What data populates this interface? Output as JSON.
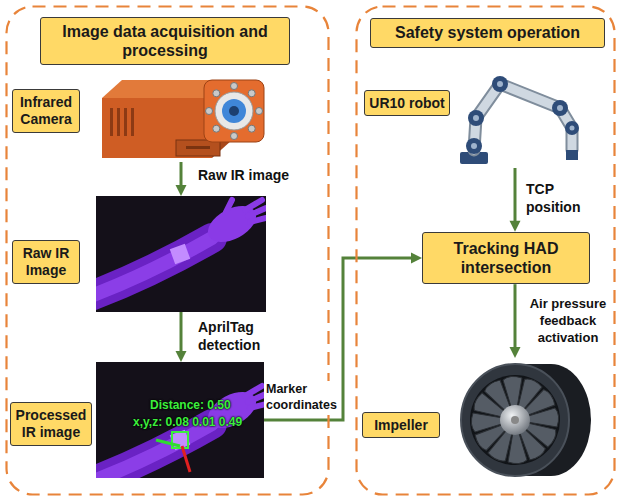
{
  "diagram": {
    "nodes": [
      {
        "text": [
          "Image data acquisition and processing"
        ]
      },
      {
        "text": [
          "Infrared Camera"
        ],
        "in": 0
      },
      {
        "text": [
          "Raw IR Image"
        ],
        "in": 0
      },
      {
        "text": [
          "Processed IR image",
          "Distance: 0.50",
          "x,y,z: 0.08 0.01 0.49"
        ],
        "in": 0
      },
      {
        "text": [
          "Safety system operation"
        ]
      },
      {
        "text": [
          "UR10 robot"
        ],
        "in": 4
      },
      {
        "text": [
          "Tracking HAD intersection"
        ],
        "in": 4
      },
      {
        "text": [
          "Impeller"
        ],
        "in": 4
      }
    ],
    "edges": [
      {
        "from": 1,
        "to": 2,
        "label": "Raw IR image",
        "arrow": "to"
      },
      {
        "from": 2,
        "to": 3,
        "label": "AprilTag detection",
        "arrow": "to"
      },
      {
        "from": 3,
        "to": 6,
        "label": "Marker coordinates",
        "arrow": "to"
      },
      {
        "from": 5,
        "to": 6,
        "label": "TCP position",
        "arrow": "to"
      },
      {
        "from": 6,
        "to": 7,
        "label": "Air pressure feedback activation",
        "arrow": "to"
      }
    ]
  }
}
